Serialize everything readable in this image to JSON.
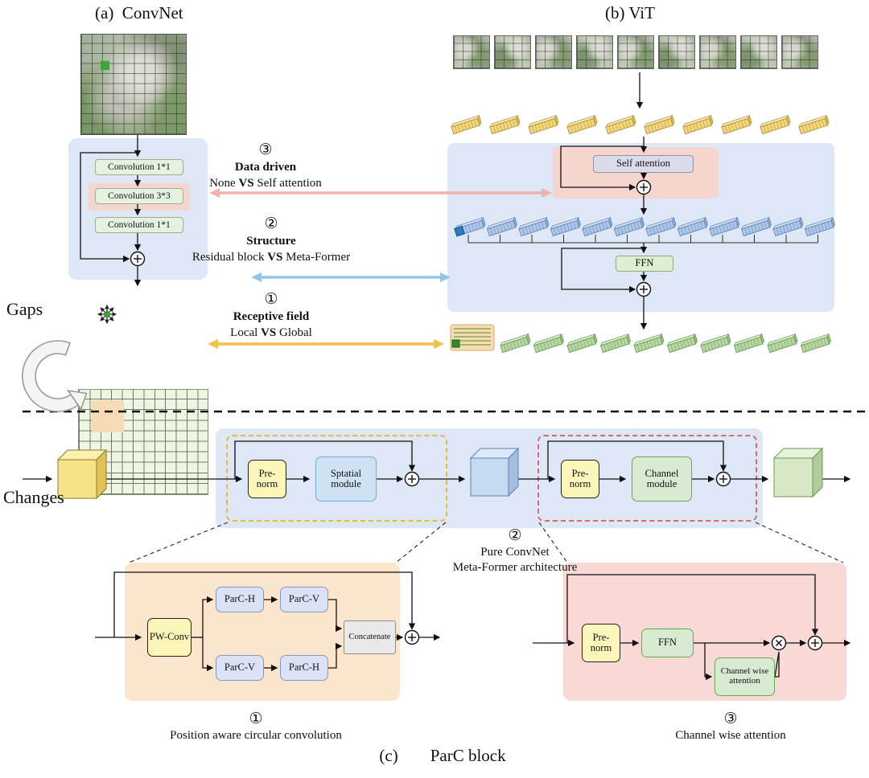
{
  "colors": {
    "region_blue": "#dde7f6",
    "pink_highlight": "#f6d5ce",
    "orange_region": "#fce5cd",
    "pink_region": "#f9d9d6",
    "yellow_token": "#f3d77a",
    "blue_token": "#aec7e8",
    "green_token": "#b7d7a4",
    "arrow_pink": "#f2b1aa",
    "arrow_blue": "#92c5ea",
    "arrow_yellow": "#f0c24a",
    "dashed_yellow": "#e8b93e",
    "dashed_red": "#e06666"
  },
  "titles": {
    "a": "(a)  ConvNet",
    "b": "(b) ViT",
    "c_prefix": "(c)",
    "c_label": "ParC block",
    "gaps": "Gaps",
    "changes": "Changes"
  },
  "convnet": {
    "conv_top": "Convolution 1*1",
    "conv_mid": "Convolution 3*3",
    "conv_bottom": "Convolution 1*1"
  },
  "vit": {
    "self_attention_label": "Self attention",
    "ffn_label": "FFN",
    "patch_count": 9,
    "yellow_token_count": 10,
    "blue_token_count": 12,
    "green_token_count": 10
  },
  "annotations": [
    {
      "num": "③",
      "title": "Data driven",
      "pre": "None ",
      "vs": "VS",
      "post": " Self attention"
    },
    {
      "num": "②",
      "title": "Structure",
      "pre": "Residual block ",
      "vs": "VS",
      "post": " Meta-Former"
    },
    {
      "num": "①",
      "title": "Receptive field",
      "pre": "Local ",
      "vs": "VS",
      "post": " Global"
    }
  ],
  "parc": {
    "pre_norm": "Pre-norm",
    "spatial_module": "Sptatial module",
    "channel_module": "Channel module",
    "center_num": "②",
    "center_line1": "Pure ConvNet",
    "center_line2": "Meta-Former architecture",
    "pw_conv": "PW-Conv",
    "parc_h": "ParC-H",
    "parc_v": "ParC-V",
    "concatenate": "Concatenate",
    "ffn": "FFN",
    "channel_wise_attention": "Channel wise attention",
    "left_num": "①",
    "left_caption": "Position aware circular convolution",
    "right_num": "③",
    "right_caption": "Channel wise attention"
  }
}
